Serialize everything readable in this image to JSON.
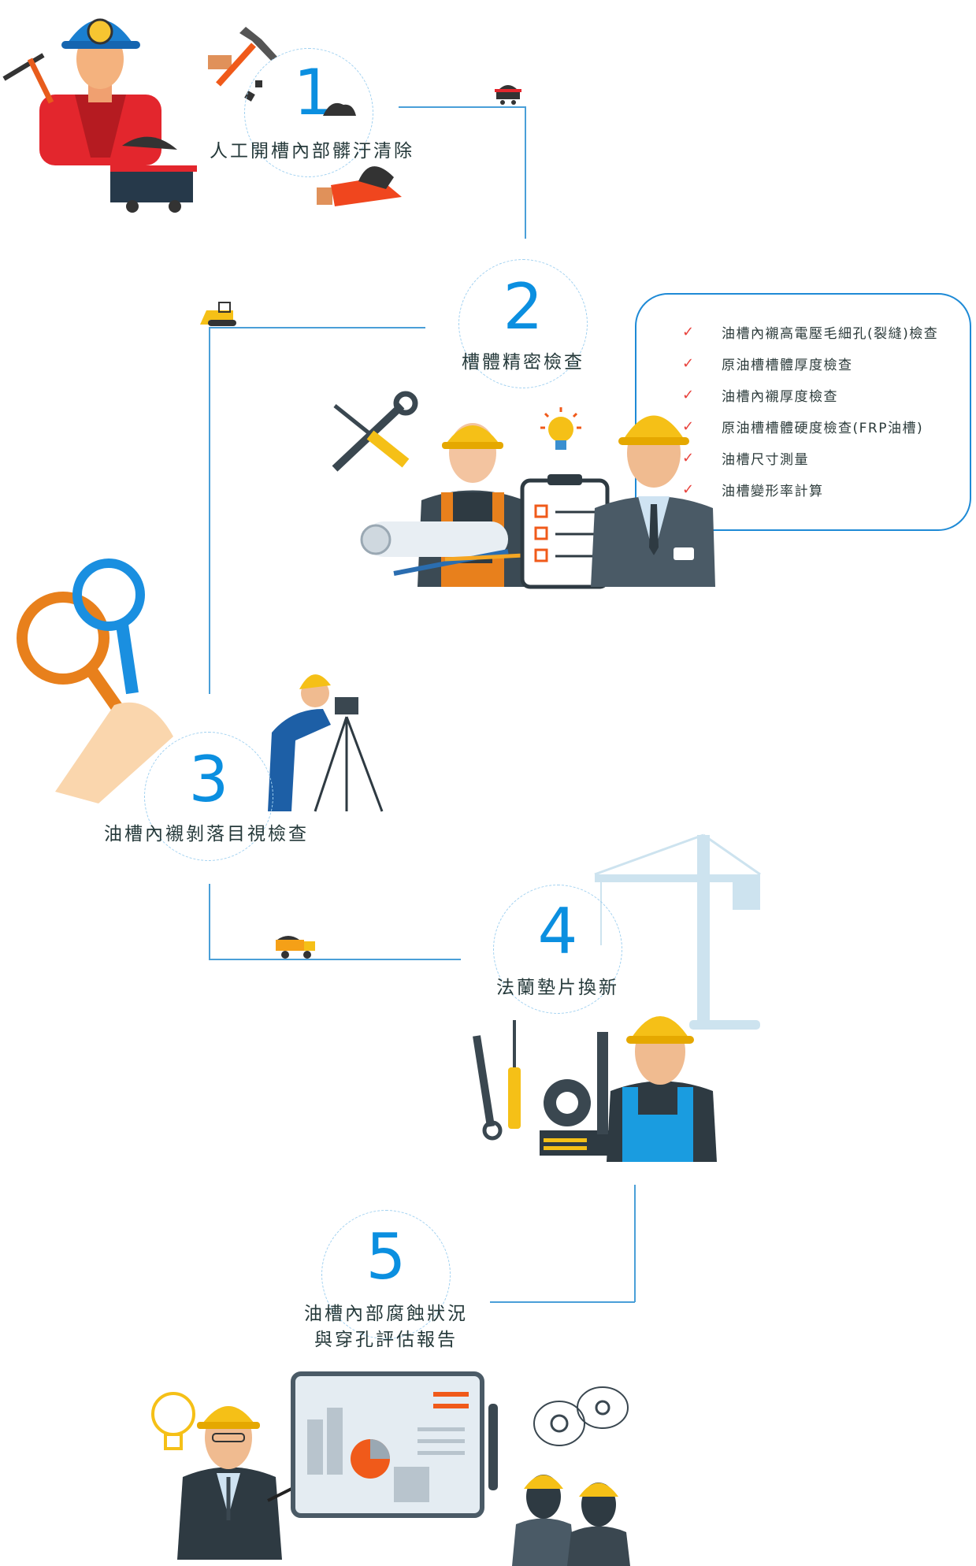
{
  "steps": [
    {
      "number": "1",
      "label": "人工開槽內部髒汙清除"
    },
    {
      "number": "2",
      "label": "槽體精密檢查"
    },
    {
      "number": "3",
      "label": "油槽內襯剝落目視檢查"
    },
    {
      "number": "4",
      "label": "法蘭墊片換新"
    },
    {
      "number": "5",
      "label_lines": [
        "油槽內部腐蝕狀況",
        "與穿孔評估報告"
      ]
    }
  ],
  "checklist": {
    "icon": "check-icon",
    "items": [
      "油槽內襯高電壓毛細孔(裂縫)檢查",
      "原油槽槽體厚度檢查",
      "油槽內襯厚度檢查",
      "原油槽槽體硬度檢查(FRP油槽)",
      "油槽尺寸測量",
      "油槽變形率計算"
    ]
  },
  "colors": {
    "number": "#0b8fe0",
    "line": "#4a9fd8",
    "check": "#e8423c",
    "box_border": "#1e8ad6",
    "text": "#25393a"
  }
}
